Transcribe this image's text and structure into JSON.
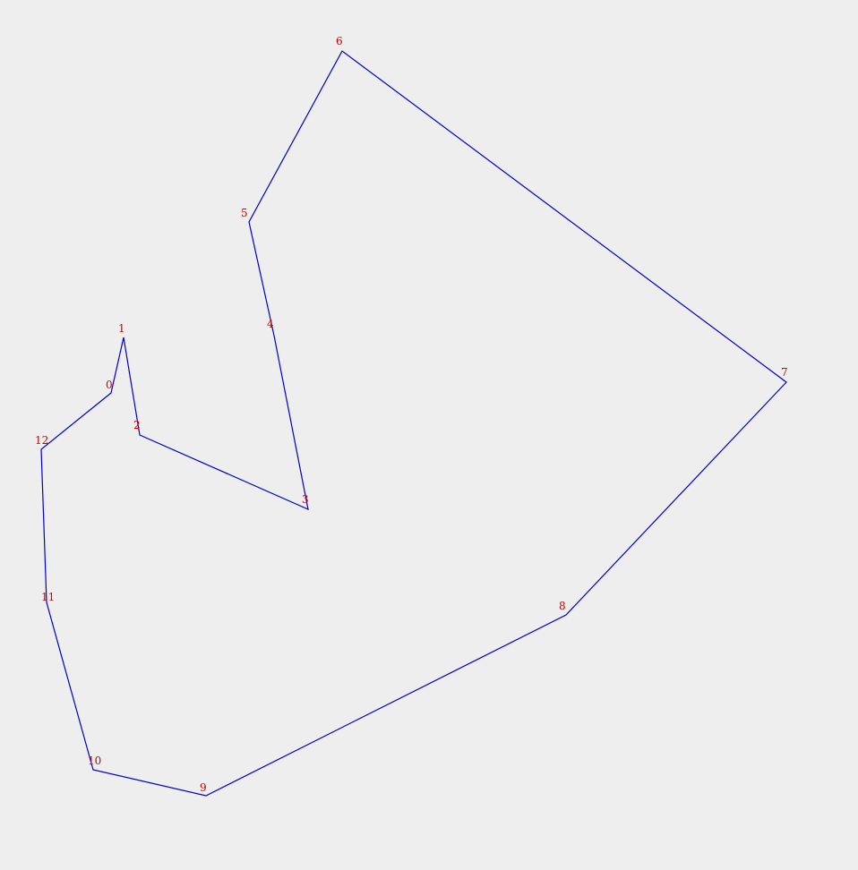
{
  "polygon": {
    "stroke_color": "#0000cc",
    "label_color": "#cc0000",
    "background": "#eeeeee",
    "vertices": [
      {
        "label": "0"
      },
      {
        "label": "1"
      },
      {
        "label": "2"
      },
      {
        "label": "3"
      },
      {
        "label": "4"
      },
      {
        "label": "5"
      },
      {
        "label": "6"
      },
      {
        "label": "7"
      },
      {
        "label": "8"
      },
      {
        "label": "9"
      },
      {
        "label": "10"
      },
      {
        "label": "11"
      },
      {
        "label": "12"
      }
    ]
  }
}
